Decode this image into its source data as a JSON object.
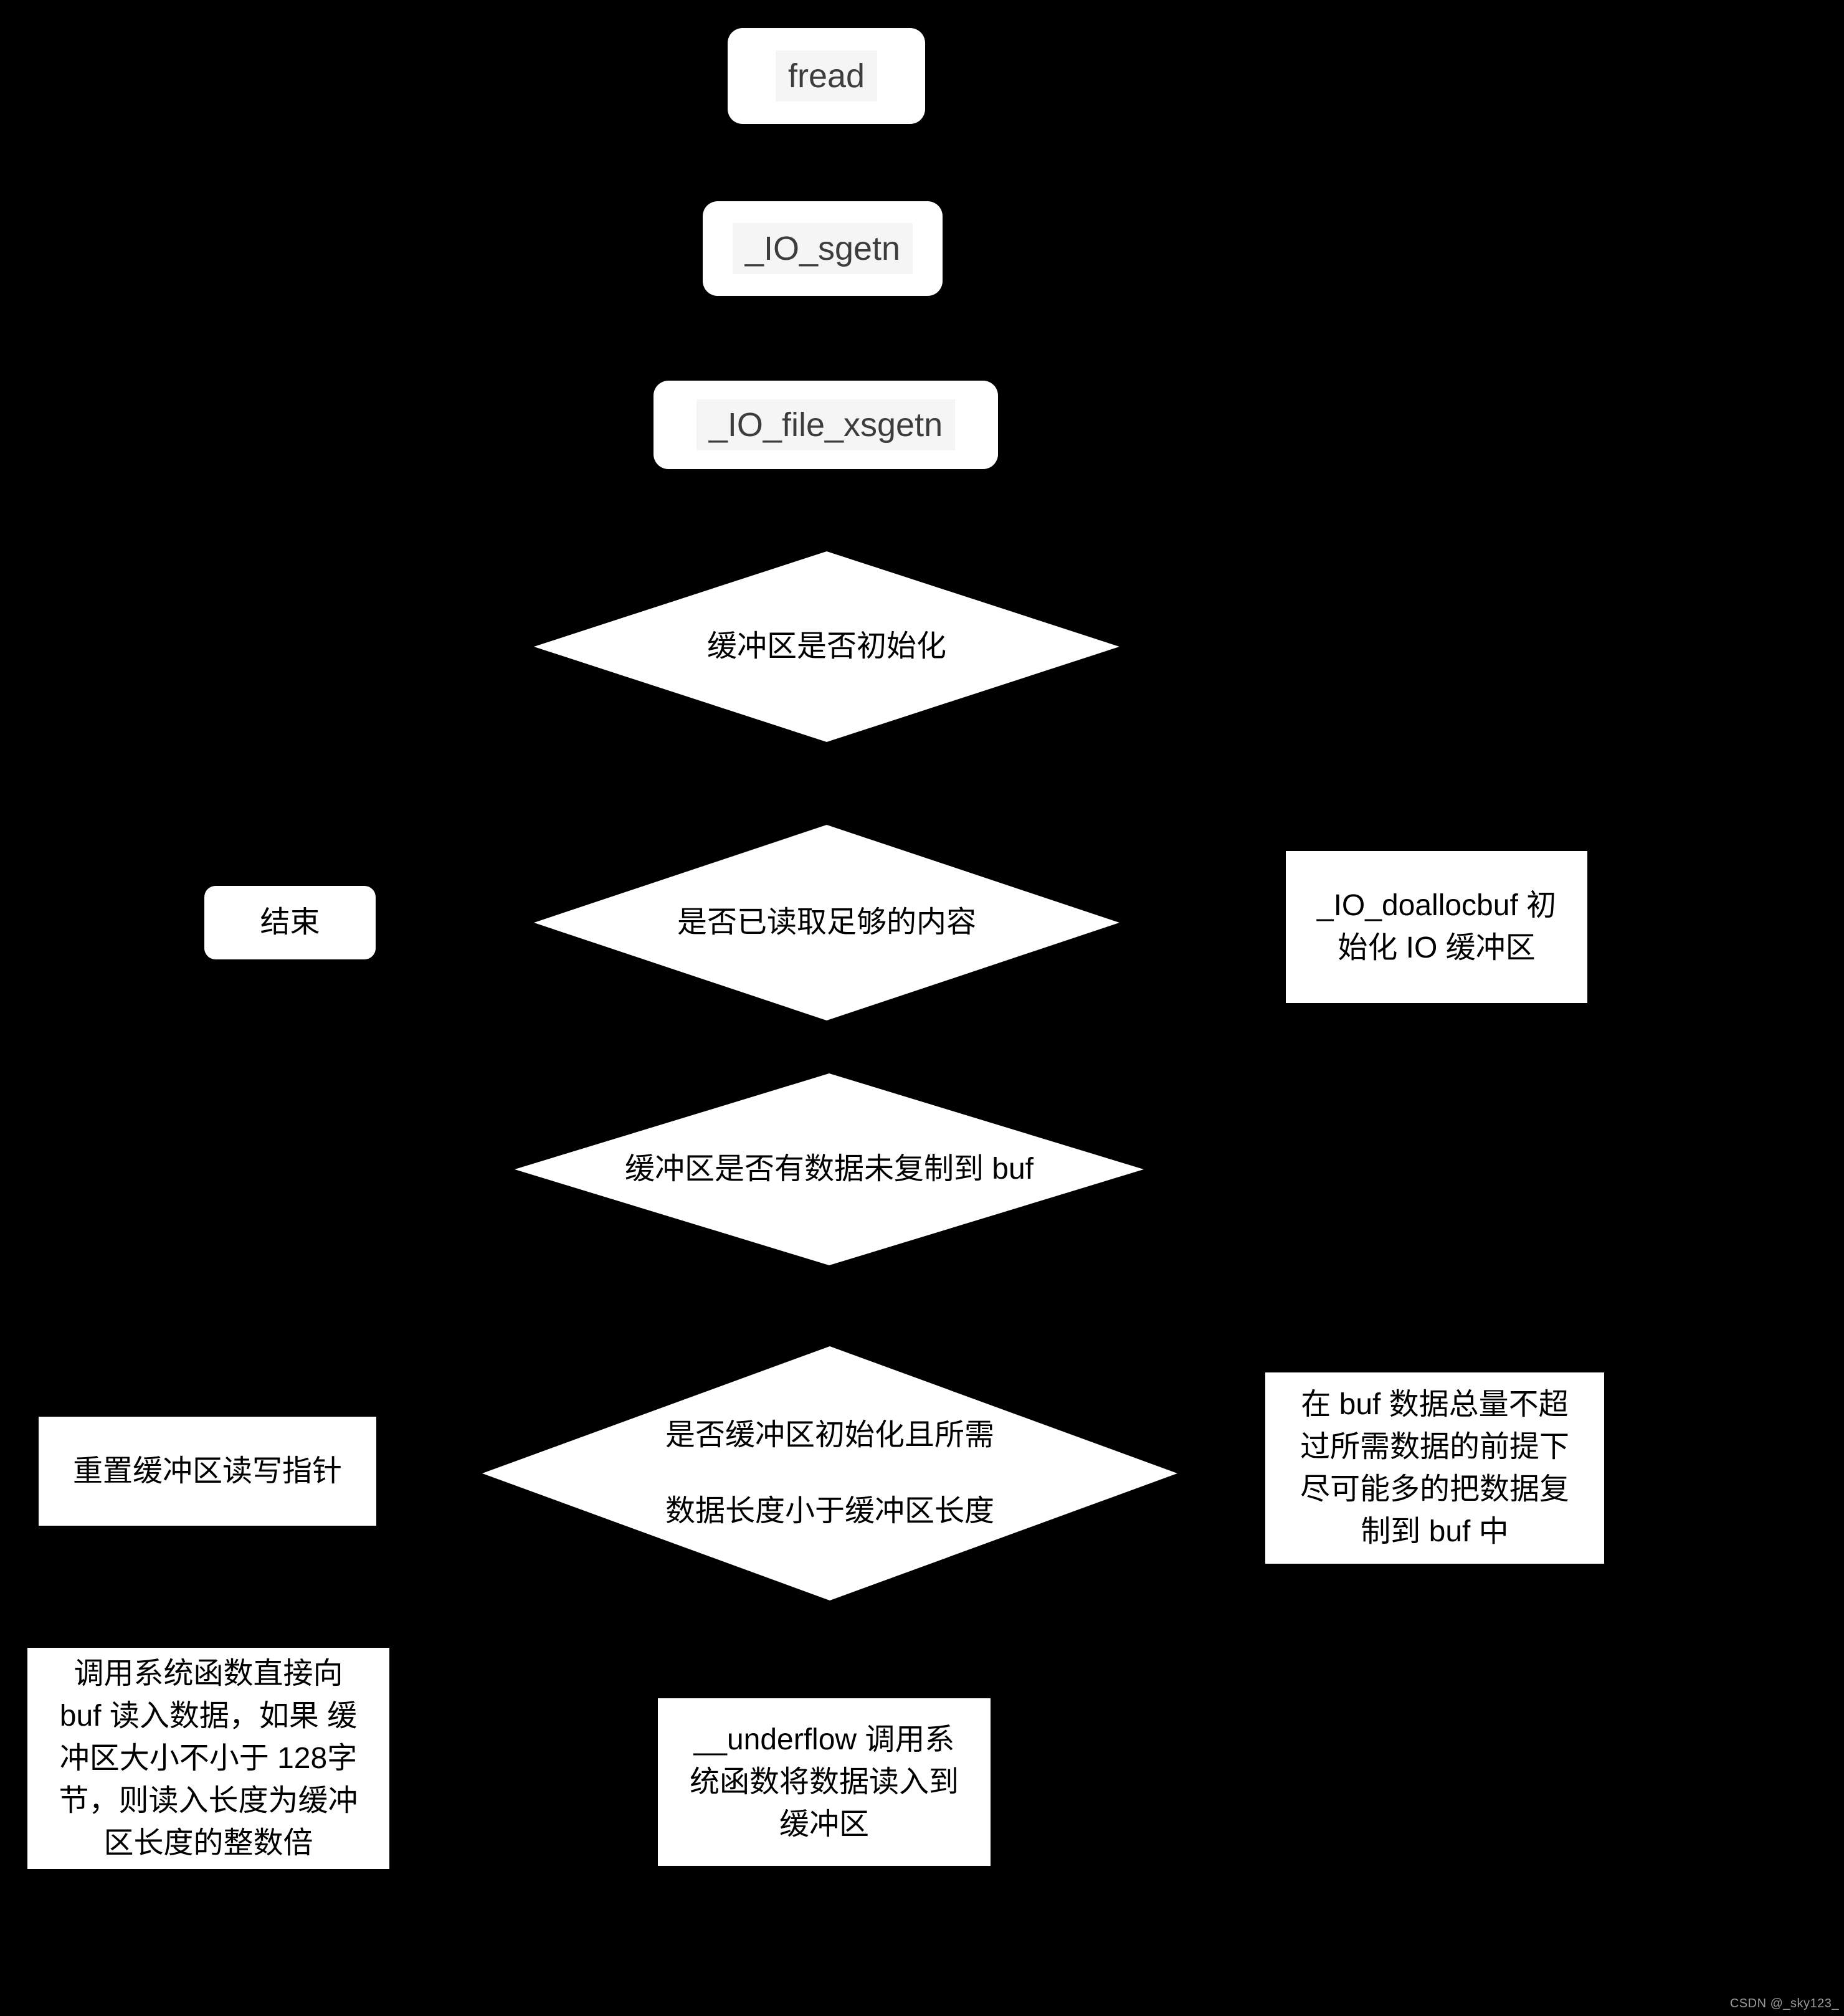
{
  "canvas": {
    "background": "#000000"
  },
  "colors": {
    "shape_fill": "#ffffff",
    "top_box_text": "#3d3d3d",
    "top_box_label_highlight": "#f5f5f5",
    "diagram_text": "#000000",
    "watermark_text": "#9a9a9a"
  },
  "nodes": {
    "fread": "fread",
    "io_sgetn": "_IO_sgetn",
    "io_file_xsgetn": "_IO_file_xsgetn",
    "decision_buffer_initialized": "缓冲区是否初始化",
    "end": "结束",
    "decision_read_enough": "是否已读取足够的内容",
    "io_doallocbuf_lines": [
      "_IO_doallocbuf 初",
      "始化 IO 缓冲区"
    ],
    "decision_uncopied_data": "缓冲区是否有数据未复制到 buf",
    "decision_buffer_init_length_lines": [
      "是否缓冲区初始化且所需",
      "数据长度小于缓冲区长度"
    ],
    "reset_pointers": "重置缓冲区读写指针",
    "copy_to_buf_lines": [
      "在 buf 数据总量不超",
      "过所需数据的前提下",
      "尽可能多的把数据复",
      "制到 buf 中"
    ],
    "syscall_read_lines": [
      "调用系统函数直接向",
      "buf 读入数据，如果 缓",
      "冲区大小不小于 128字",
      "节，则读入长度为缓冲",
      "区长度的整数倍"
    ],
    "underflow_lines": [
      "__underflow 调用系",
      "统函数将数据读入到",
      "缓冲区"
    ]
  },
  "watermark": "CSDN @_sky123_"
}
